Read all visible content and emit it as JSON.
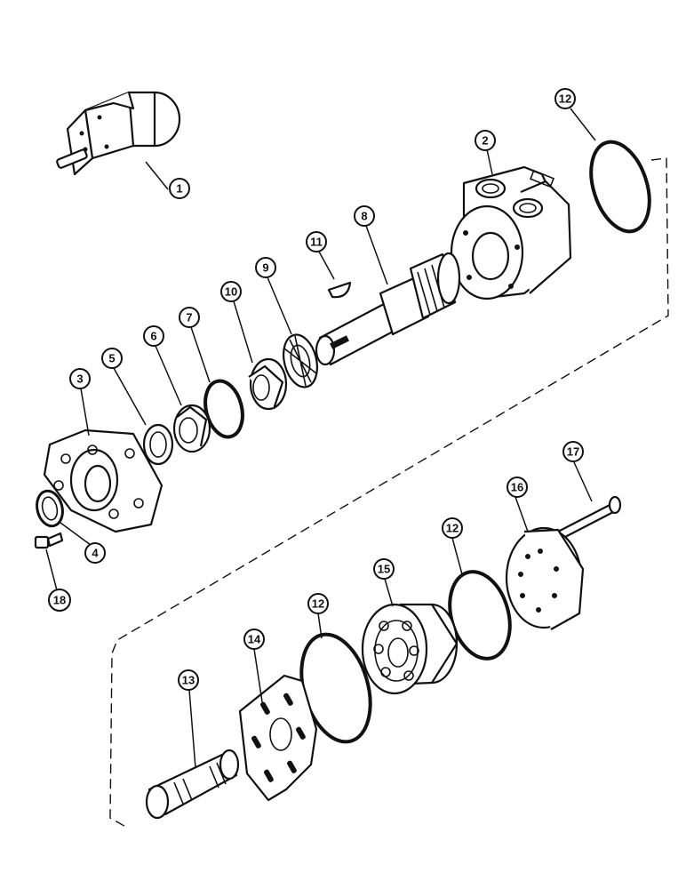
{
  "callouts": {
    "c1": "1",
    "c2": "2",
    "c3": "3",
    "c4": "4",
    "c5": "5",
    "c6": "6",
    "c7": "7",
    "c8": "8",
    "c9": "9",
    "c10": "10",
    "c11": "11",
    "c12a": "12",
    "c12b": "12",
    "c12c": "12",
    "c13": "13",
    "c14": "14",
    "c15": "15",
    "c16": "16",
    "c17": "17",
    "c18": "18"
  }
}
